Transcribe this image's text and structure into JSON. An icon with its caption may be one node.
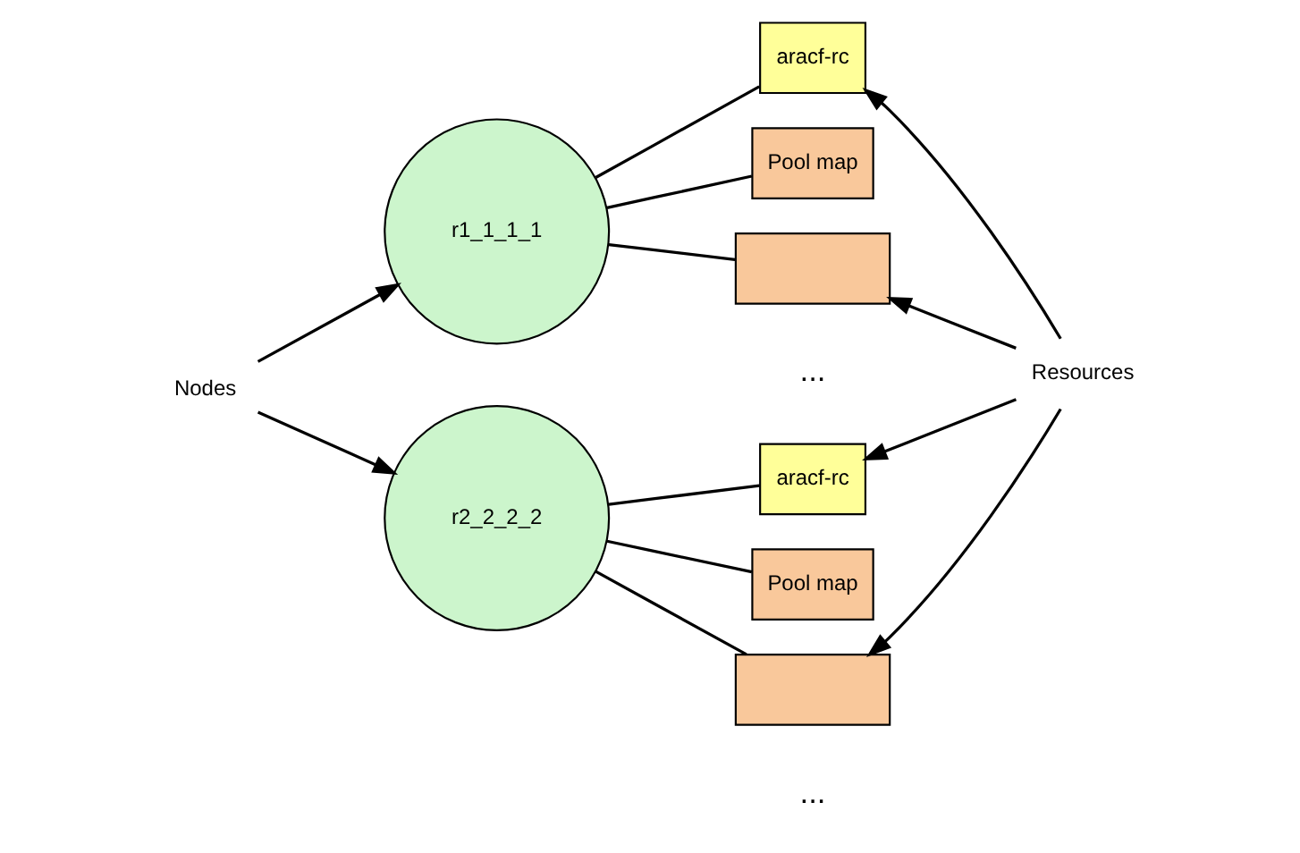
{
  "diagram": {
    "nodes": [
      {
        "text": [
          "Nodes"
        ]
      },
      {
        "text": [
          "r1_1_1_1"
        ]
      },
      {
        "text": [
          "aracf-rc"
        ]
      },
      {
        "text": [
          "Pool map"
        ]
      },
      {
        "text": [],
        "shape": "box"
      },
      {
        "text": [
          "Resources"
        ]
      },
      {
        "text": [
          "r2_2_2_2"
        ]
      },
      {
        "text": [
          "aracf-rc"
        ]
      },
      {
        "text": [
          "Pool map"
        ]
      },
      {
        "text": [],
        "shape": "box"
      }
    ],
    "edges": [
      {
        "from": 0,
        "to": 1,
        "arrow": "to"
      },
      {
        "from": 0,
        "to": 6,
        "arrow": "to"
      },
      {
        "from": 1,
        "to": 2,
        "arrow": "none"
      },
      {
        "from": 1,
        "to": 3,
        "arrow": "none"
      },
      {
        "from": 1,
        "to": 4,
        "arrow": "none"
      },
      {
        "from": 6,
        "to": 7,
        "arrow": "none"
      },
      {
        "from": 6,
        "to": 8,
        "arrow": "none"
      },
      {
        "from": 6,
        "to": 9,
        "arrow": "none"
      },
      {
        "from": 5,
        "to": 2,
        "arrow": "to"
      },
      {
        "from": 5,
        "to": 4,
        "arrow": "to"
      },
      {
        "from": 5,
        "to": 7,
        "arrow": "to"
      },
      {
        "from": 5,
        "to": 9,
        "arrow": "to"
      }
    ],
    "labels": [
      "...",
      "..."
    ]
  }
}
